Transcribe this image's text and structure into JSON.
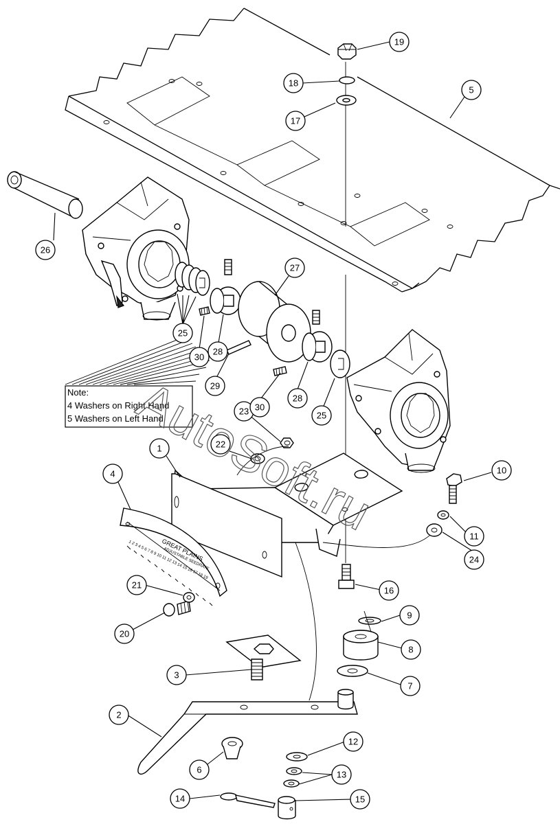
{
  "note": {
    "title": "Note:",
    "line1": "4 Washers on Right Hand",
    "line2": "5 Washers on Left Hand"
  },
  "gauge_plate": {
    "brand": "GREAT PLAINS",
    "subtitle": "ADJUSTABLE SEEDRATE",
    "scale_numbers": "1 2 3 4 5 6 7 8 9 10 11 12 13 14 15 16 17 18 19"
  },
  "watermark": "AutoSoft.ru",
  "callouts": [
    {
      "id": "c19",
      "label": "19"
    },
    {
      "id": "c18",
      "label": "18"
    },
    {
      "id": "c5",
      "label": "5"
    },
    {
      "id": "c17",
      "label": "17"
    },
    {
      "id": "c27",
      "label": "27"
    },
    {
      "id": "c26",
      "label": "26"
    },
    {
      "id": "c25a",
      "label": "25"
    },
    {
      "id": "c30a",
      "label": "30"
    },
    {
      "id": "c28a",
      "label": "28"
    },
    {
      "id": "c29",
      "label": "29"
    },
    {
      "id": "c23",
      "label": "23"
    },
    {
      "id": "c30b",
      "label": "30"
    },
    {
      "id": "c28b",
      "label": "28"
    },
    {
      "id": "c25b",
      "label": "25"
    },
    {
      "id": "c22",
      "label": "22"
    },
    {
      "id": "c1",
      "label": "1"
    },
    {
      "id": "c4",
      "label": "4"
    },
    {
      "id": "c10",
      "label": "10"
    },
    {
      "id": "c11",
      "label": "11"
    },
    {
      "id": "c24",
      "label": "24"
    },
    {
      "id": "c21",
      "label": "21"
    },
    {
      "id": "c16",
      "label": "16"
    },
    {
      "id": "c20",
      "label": "20"
    },
    {
      "id": "c9",
      "label": "9"
    },
    {
      "id": "c8",
      "label": "8"
    },
    {
      "id": "c3",
      "label": "3"
    },
    {
      "id": "c7",
      "label": "7"
    },
    {
      "id": "c2",
      "label": "2"
    },
    {
      "id": "c6",
      "label": "6"
    },
    {
      "id": "c12",
      "label": "12"
    },
    {
      "id": "c13",
      "label": "13"
    },
    {
      "id": "c14",
      "label": "14"
    },
    {
      "id": "c15",
      "label": "15"
    }
  ]
}
